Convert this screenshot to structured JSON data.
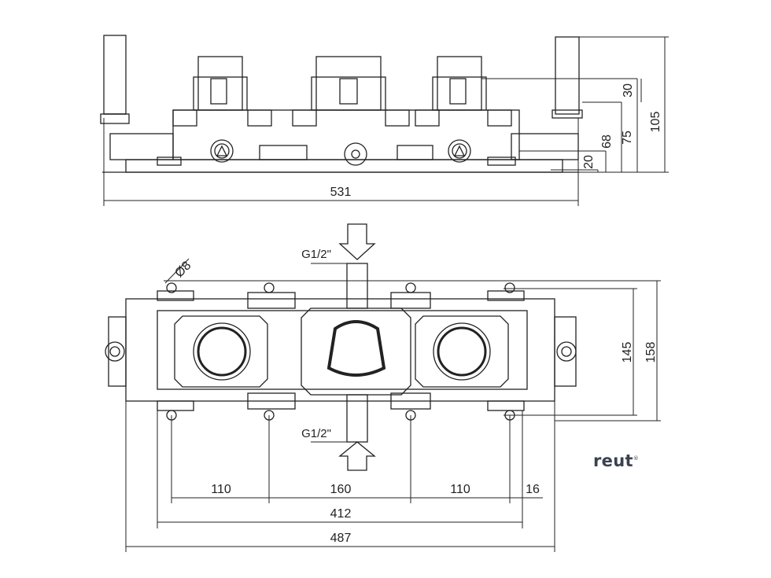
{
  "dimensions": {
    "overall_width_front": "531",
    "height_top_block": "30",
    "height_inlet": "68",
    "height_body": "75",
    "height_total": "105",
    "height_base": "20",
    "hole_diameter": "Ø8",
    "spacing_left": "110",
    "spacing_center": "160",
    "spacing_right": "110",
    "offset_right": "16",
    "mount_width": "412",
    "overall_width_plan": "487",
    "depth_inner": "145",
    "depth_outer": "158"
  },
  "labels": {
    "thread_top": "G1/2\"",
    "thread_bottom": "G1/2\""
  },
  "brand": {
    "name": "reut",
    "mark": "®"
  }
}
